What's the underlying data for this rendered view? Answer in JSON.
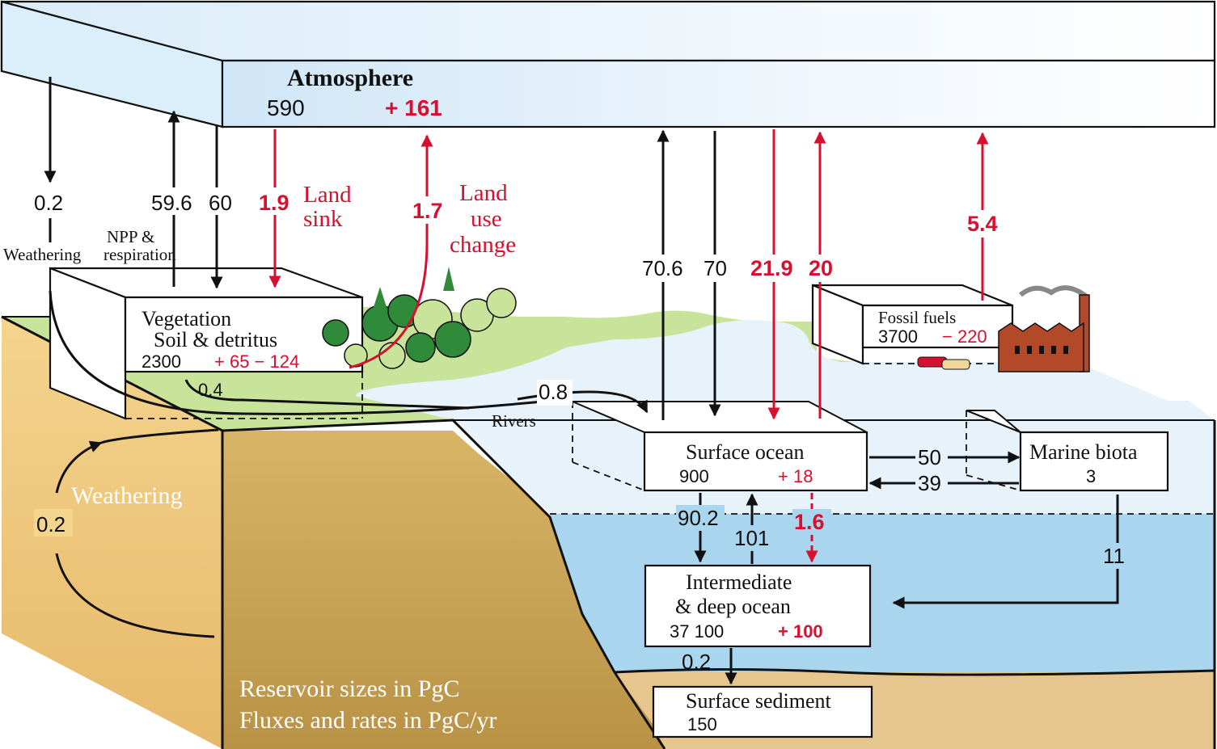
{
  "atmosphere": {
    "title": "Atmosphere",
    "size": "590",
    "change": "+ 161"
  },
  "vegetation": {
    "line1": "Vegetation",
    "line2": "Soil & detritus",
    "size": "2300",
    "change": "+ 65 − 124"
  },
  "fossil_fuels": {
    "title": "Fossil fuels",
    "size": "3700",
    "change": "− 220"
  },
  "surface_ocean": {
    "title": "Surface ocean",
    "size": "900",
    "change": "+ 18"
  },
  "marine_biota": {
    "title": "Marine biota",
    "size": "3"
  },
  "deep_ocean": {
    "line1": "Intermediate",
    "line2": "& deep ocean",
    "size": "37 100",
    "change": "+ 100"
  },
  "surface_sediment": {
    "title": "Surface sediment",
    "size": "150"
  },
  "fluxes": {
    "weathering_atm": "0.2",
    "npp": "59.6",
    "respiration": "60",
    "land_sink": "1.9",
    "land_use": "1.7",
    "ocean_up": "70.6",
    "ocean_down": "70",
    "ocean_down_anthro": "21.9",
    "ocean_up_anthro": "20",
    "fossil": "5.4",
    "rivers": "0.8",
    "soil_to_rivers": "0.4",
    "weathering_rock": "0.2",
    "surface_to_biota": "50",
    "biota_to_surface": "39",
    "surface_to_deep": "90.2",
    "deep_to_surface": "101",
    "anthro_to_deep": "1.6",
    "biota_to_deep": "11",
    "to_sediment": "0.2"
  },
  "labels": {
    "weathering_small": "Weathering",
    "npp_line1": "NPP &",
    "npp_line2": "respiration",
    "land_sink_line1": "Land",
    "land_sink_line2": "sink",
    "land_use_line1": "Land",
    "land_use_line2": "use",
    "land_use_line3": "change",
    "rivers": "Rivers",
    "weathering_big": "Weathering",
    "note1": "Reservoir sizes in PgC",
    "note2": "Fluxes and rates in PgC/yr"
  },
  "colors": {
    "anthropogenic": "#d6102e",
    "land": "#c8e39a",
    "rock": "#e8c06e",
    "deep_water": "#a9d6ee",
    "surface_water": "#e8f2fa",
    "sediment": "#e6c58e",
    "factory": "#b24a2a"
  }
}
